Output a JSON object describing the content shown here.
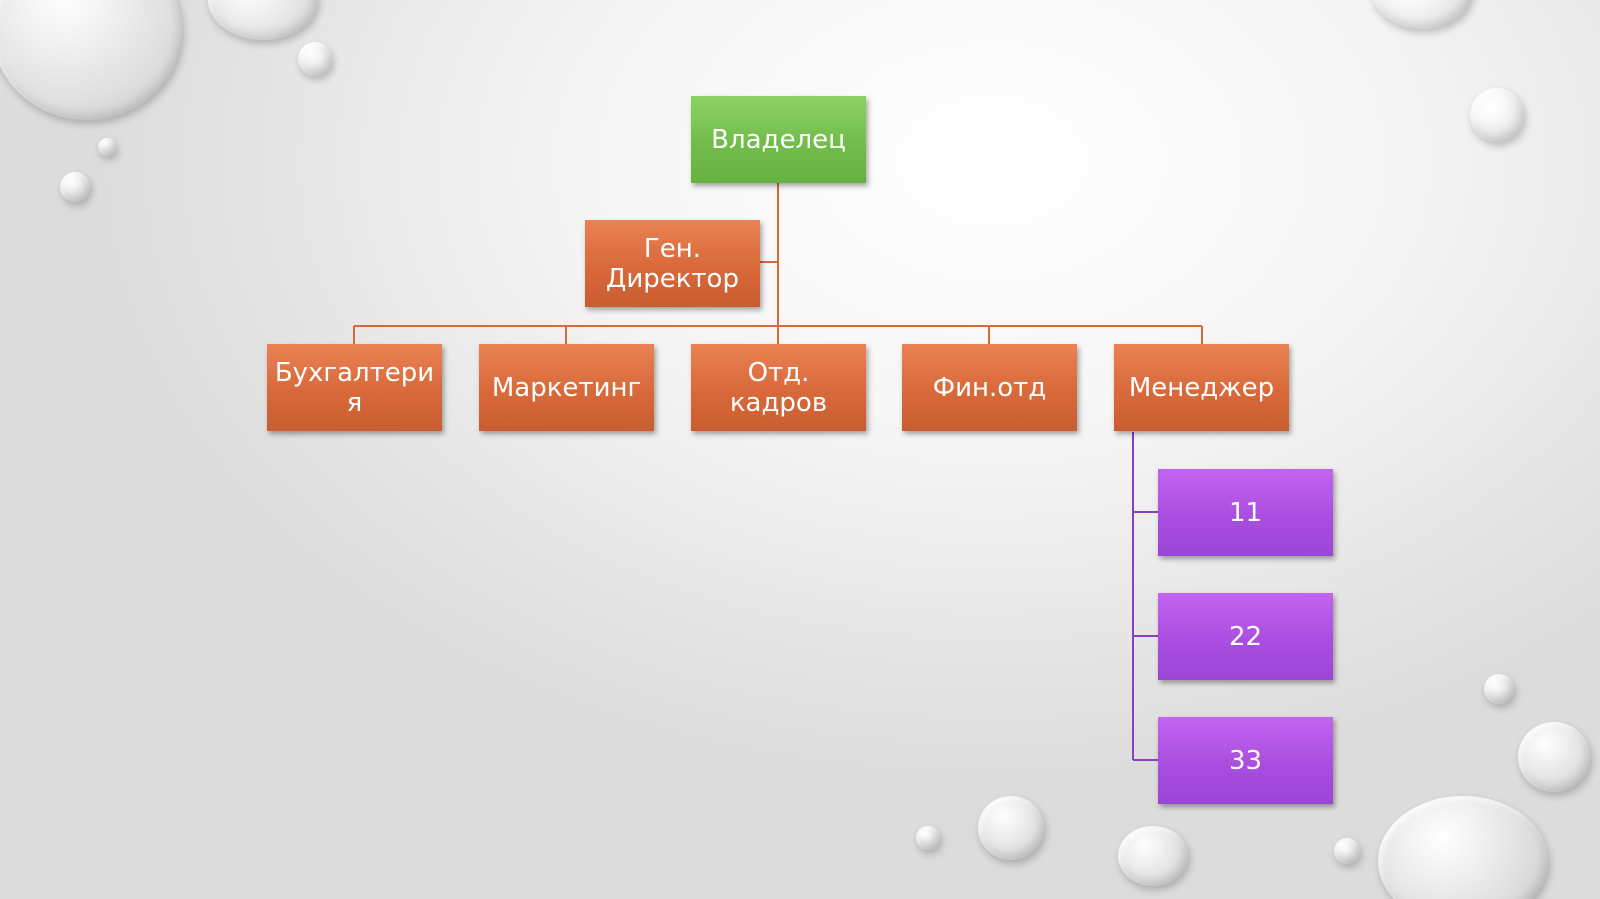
{
  "diagram": {
    "root": {
      "label": "Владелец",
      "color": "#72bc4c"
    },
    "assistant": {
      "label": "Ген.\nДиректор",
      "color": "#d8693a"
    },
    "departments": [
      {
        "label": "Бухгалтери\nя"
      },
      {
        "label": "Маркетинг"
      },
      {
        "label": "Отд. кадров"
      },
      {
        "label": "Фин.отд"
      },
      {
        "label": "Менеджер"
      }
    ],
    "department_color": "#d8693a",
    "manager_reports": [
      {
        "label": "11"
      },
      {
        "label": "22"
      },
      {
        "label": "33"
      }
    ],
    "report_color": "#a94ee0",
    "connector_color_main": "#d8693a",
    "connector_color_reports": "#8a3fc0"
  }
}
